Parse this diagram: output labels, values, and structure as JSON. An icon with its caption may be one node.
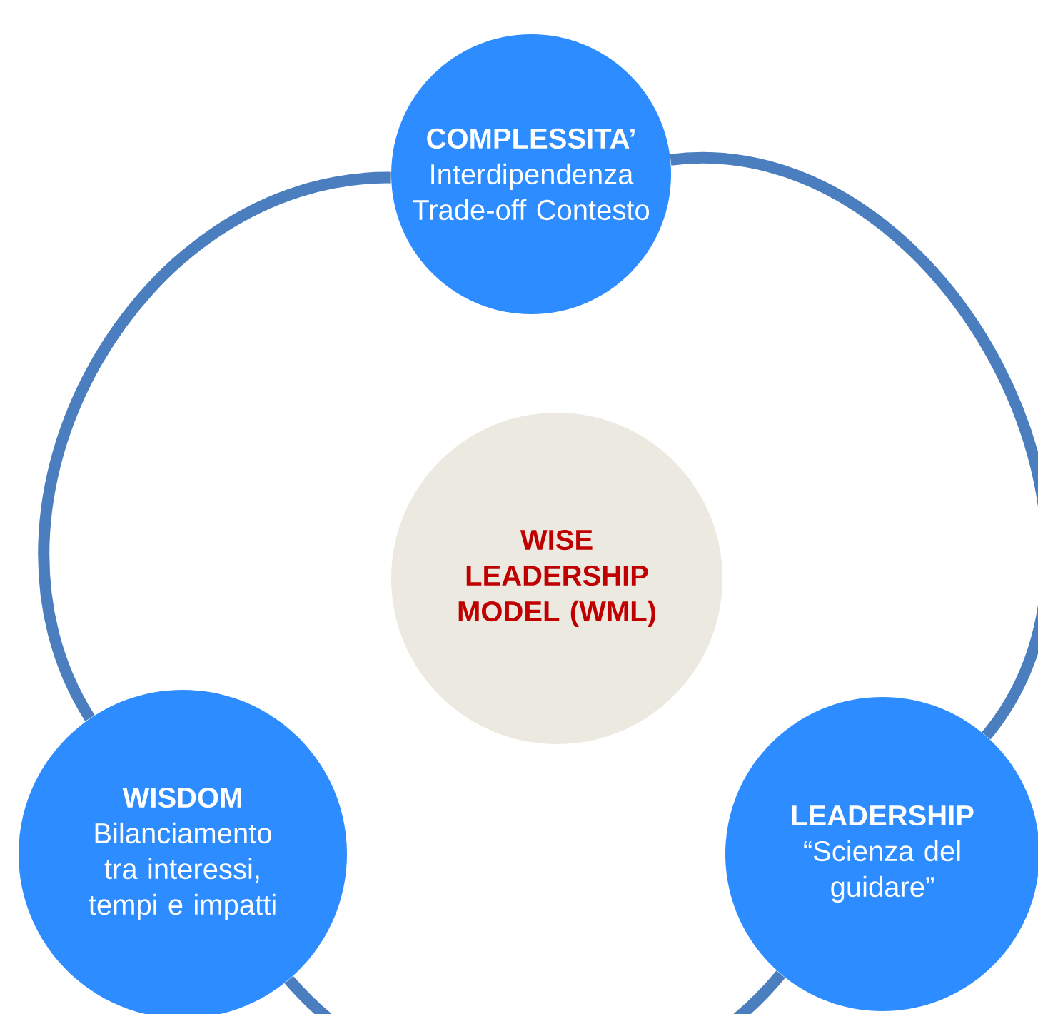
{
  "diagram": {
    "nodes": [
      {
        "text": [
          "COMPLESSITA’",
          "Interdipendenza Trade-off Contesto"
        ]
      },
      {
        "text": [
          "WISE LEADERSHIP MODEL (WML)"
        ]
      },
      {
        "text": [
          "WISDOM",
          "Bilanciamento tra interessi, tempi e impatti"
        ]
      },
      {
        "text": [
          "LEADERSHIP",
          "“Scienza del guidare”"
        ]
      }
    ],
    "edges": [
      {
        "from": 0,
        "to": 3,
        "arrow": "none"
      },
      {
        "from": 3,
        "to": 2,
        "arrow": "none"
      },
      {
        "from": 2,
        "to": 0,
        "arrow": "none"
      }
    ]
  }
}
